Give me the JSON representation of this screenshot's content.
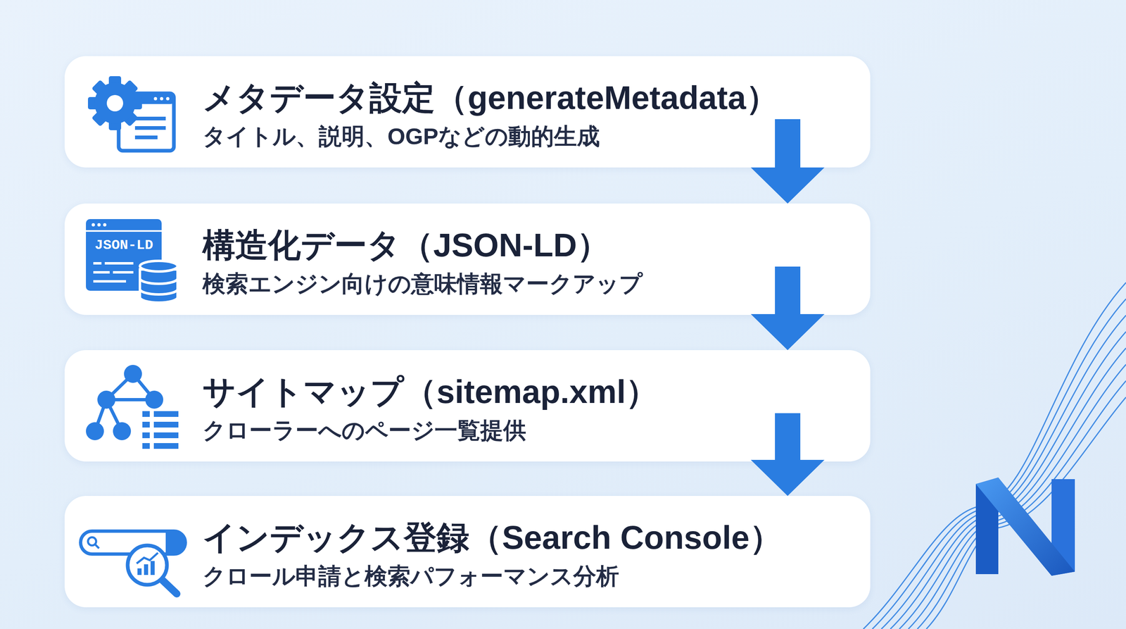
{
  "diagram": {
    "nodes": [
      {
        "text": [
          "メタデータ設定（generateMetadata）",
          "タイトル、説明、OGPなどの動的生成"
        ]
      },
      {
        "text": [
          "構造化データ（JSON-LD）",
          "検索エンジン向けの意味情報マークアップ"
        ]
      },
      {
        "text": [
          "サイトマップ（sitemap.xml）",
          "クローラーへのページ一覧提供"
        ]
      },
      {
        "text": [
          "インデックス登録（Search Console）",
          "クロール申請と検索パフォーマンス分析"
        ]
      }
    ],
    "edges": [
      {
        "from": 0,
        "to": 1,
        "arrow": "to"
      },
      {
        "from": 1,
        "to": 2,
        "arrow": "to"
      },
      {
        "from": 2,
        "to": 3,
        "arrow": "to"
      }
    ],
    "labels": [
      "JSON-LD"
    ]
  }
}
